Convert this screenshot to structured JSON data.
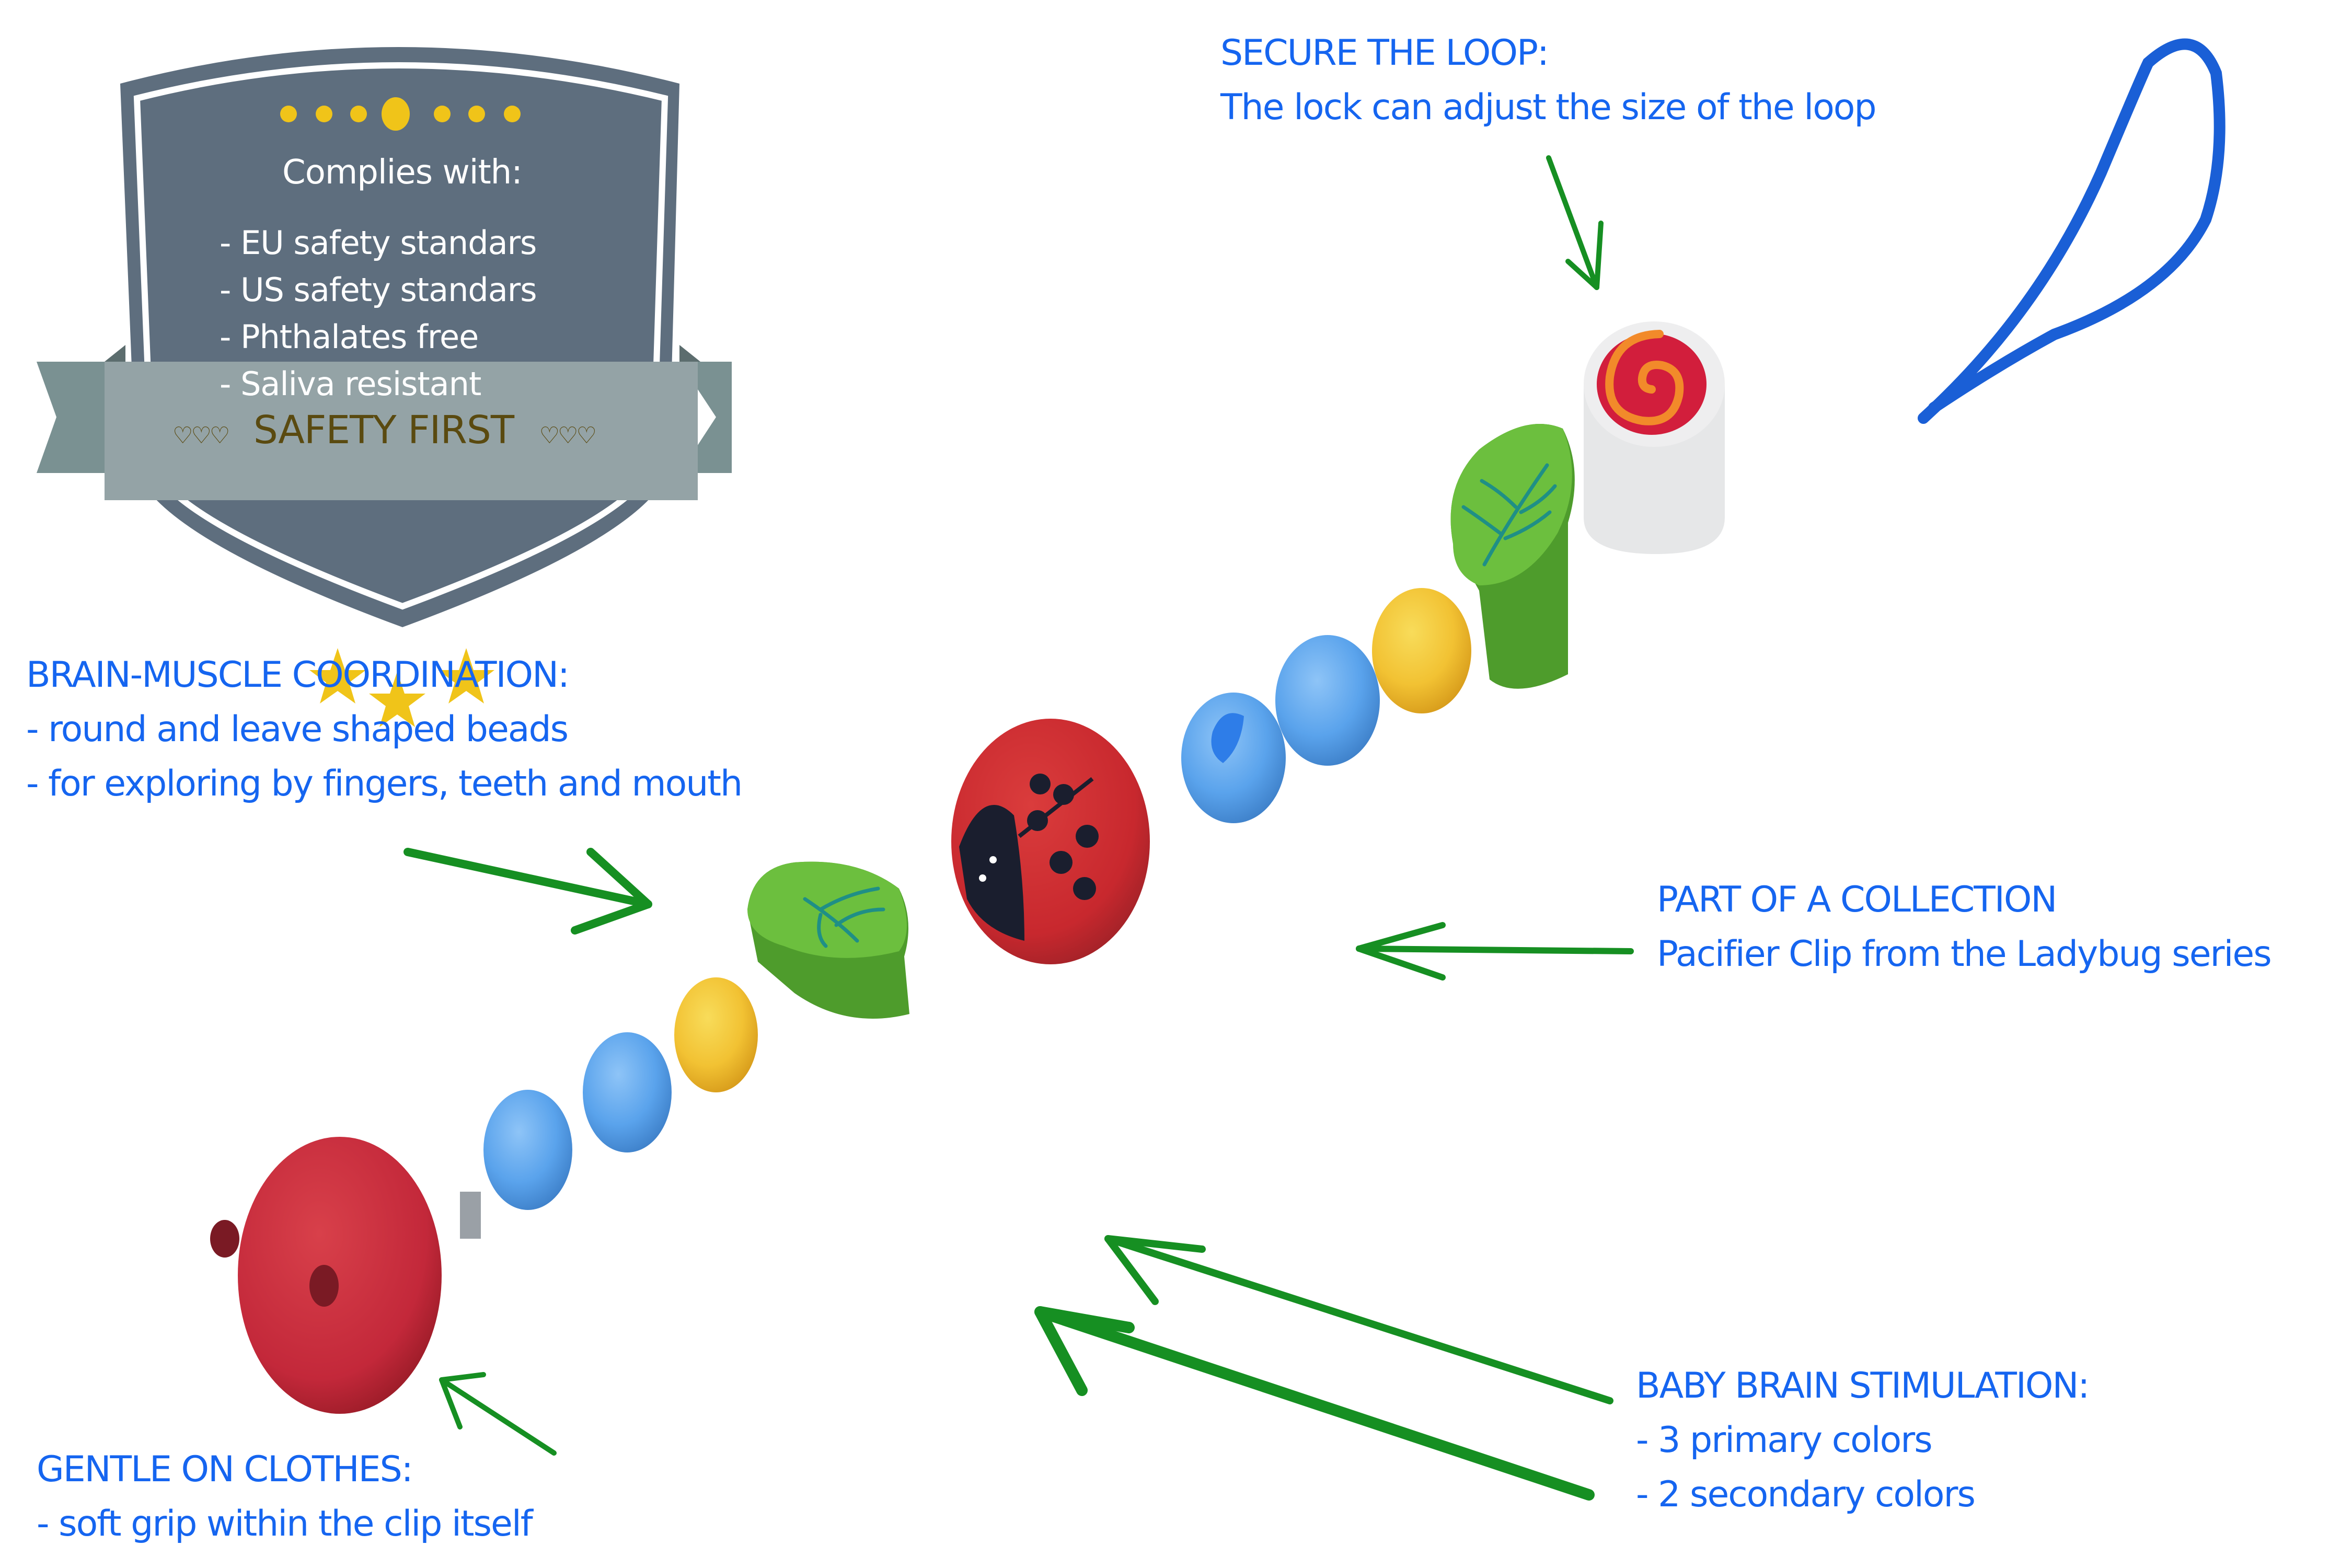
{
  "badge": {
    "heading": "Complies with:",
    "items": [
      "- EU safety standars",
      "- US safety standars",
      "- Phthalates free",
      "- Saliva resistant"
    ],
    "banner_label": "SAFETY FIRST",
    "banner_hearts": "♡♡♡",
    "stars_count": 3,
    "dots_count": 7,
    "colors": {
      "shield": "#5e6e7e",
      "shield_outline": "#ffffff",
      "ribbon": "#94a3a6",
      "ribbon_tails": "#7a9192",
      "accent": "#f0c419",
      "banner_text": "#5a4a10"
    }
  },
  "annotations": {
    "secure_loop": {
      "title": "SECURE THE LOOP:",
      "lines": [
        "The lock can adjust the size of the loop"
      ]
    },
    "brain_muscle": {
      "title": "BRAIN-MUSCLE COORDINATION:",
      "lines": [
        "- round and leave shaped beads",
        "- for exploring by fingers, teeth and mouth"
      ]
    },
    "collection": {
      "title": "PART OF A COLLECTION",
      "lines": [
        "Pacifier Clip from the Ladybug series"
      ]
    },
    "brain_stimulation": {
      "title": "BABY BRAIN STIMULATION:",
      "lines": [
        "- 3 primary colors",
        "- 2 secondary colors"
      ]
    },
    "gentle": {
      "title": "GENTLE ON CLOTHES:",
      "lines": [
        "- soft grip within the clip itself"
      ]
    }
  },
  "product": {
    "name": "Pacifier Clip - Ladybug series",
    "parts": [
      "cord-loop",
      "swirl-lock",
      "leaf-bead",
      "yellow-bead",
      "blue-bead",
      "blue-bead",
      "ladybug-bead",
      "leaf-bead",
      "yellow-bead",
      "blue-bead",
      "blue-bead",
      "clip"
    ],
    "colors": {
      "text_blue": "#1565f0",
      "arrow_green": "#168f22",
      "cord": "#1a5fd6",
      "lock_white": "#e6e7e8",
      "swirl_red": "#d21e3c",
      "swirl_orange": "#f28a2a",
      "leaf_green": "#6cbf3e",
      "leaf_vein": "#1f8f86",
      "yellow": "#f2c233",
      "blue": "#5aa3ec",
      "ladybug_red": "#c8282e",
      "clip_red": "#c3283a"
    }
  }
}
